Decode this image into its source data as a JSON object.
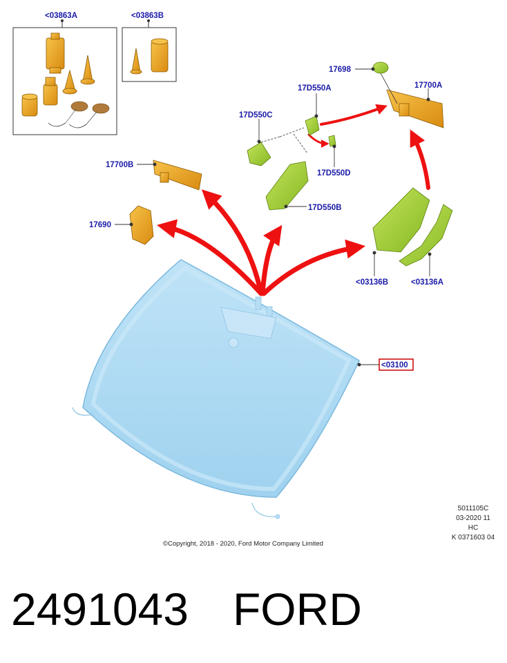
{
  "callouts": {
    "c03863A": "<03863A",
    "c03863B": "<03863B",
    "c17698": "17698",
    "c17700A": "17700A",
    "c17D550A": "17D550A",
    "c17D550C": "17D550C",
    "c17D550D": "17D550D",
    "c17D550B": "17D550B",
    "c17700B": "17700B",
    "c17690": "17690",
    "c03136B": "<03136B",
    "c03136A": "<03136A",
    "c03100": "<03100"
  },
  "meta": {
    "line1": "5011105C",
    "line2": "03-2020 11",
    "line3": "HC",
    "line4": "K 0371603 04"
  },
  "copyright": "©Copyright, 2018 - 2020, Ford Motor Company Limited",
  "footer": {
    "part_number": "2491043",
    "brand": "FORD"
  },
  "colors": {
    "callout_text": "#1a1aa8",
    "highlight_box": "#cc0000",
    "arrow": "#ee1111",
    "windshield": "#a9d8f2",
    "orange_part": "#f2a81e",
    "green_part": "#a8d43a"
  }
}
